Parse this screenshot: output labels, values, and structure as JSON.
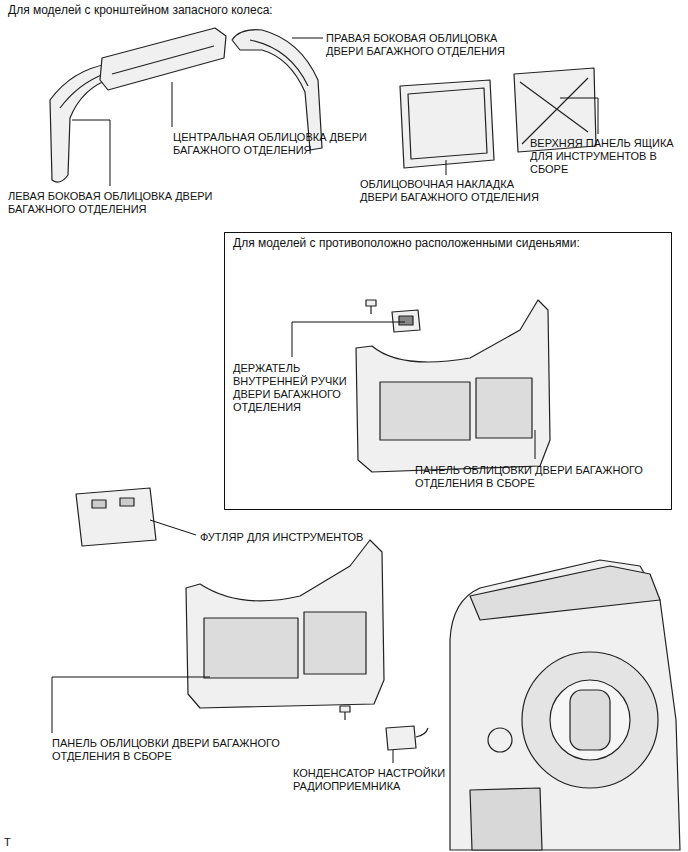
{
  "diagram": {
    "nodes": [
      {
        "text": [
          "Для моделей с противоположно расположенными сиденьями:",
          "ДЕРЖАТЕЛЬ ВНУТРЕННЕЙ РУЧКИ ДВЕРИ БАГАЖНОГО ОТДЕЛЕНИЯ",
          "ПАНЕЛЬ ОБЛИЦОВКИ ДВЕРИ БАГАЖНОГО ОТДЕЛЕНИЯ В СБОРЕ"
        ]
      }
    ],
    "labels": [
      "Для моделей с кронштейном запасного колеса:",
      "ПРАВАЯ БОКОВАЯ ОБЛИЦОВКА ДВЕРИ БАГАЖНОГО ОТДЕЛЕНИЯ",
      "ЦЕНТРАЛЬНАЯ ОБЛИЦОВКА ДВЕРИ БАГАЖНОГО ОТДЕЛЕНИЯ",
      "ЛЕВАЯ БОКОВАЯ ОБЛИЦОВКА ДВЕРИ БАГАЖНОГО ОТДЕЛЕНИЯ",
      "ОБЛИЦОВОЧНАЯ НАКЛАДКА ДВЕРИ БАГАЖНОГО ОТДЕЛЕНИЯ",
      "ВЕРХНЯЯ ПАНЕЛЬ ЯЩИКА ДЛЯ ИНСТРУМЕНТОВ В СБОРЕ",
      "ФУТЛЯР ДЛЯ ИНСТРУМЕНТОВ",
      "ПАНЕЛЬ ОБЛИЦОВКИ ДВЕРИ БАГАЖНОГО ОТДЕЛЕНИЯ В СБОРЕ",
      "КОНДЕНСАТОР НАСТРОЙКИ РАДИОПРИЕМНИКА",
      "T"
    ]
  }
}
